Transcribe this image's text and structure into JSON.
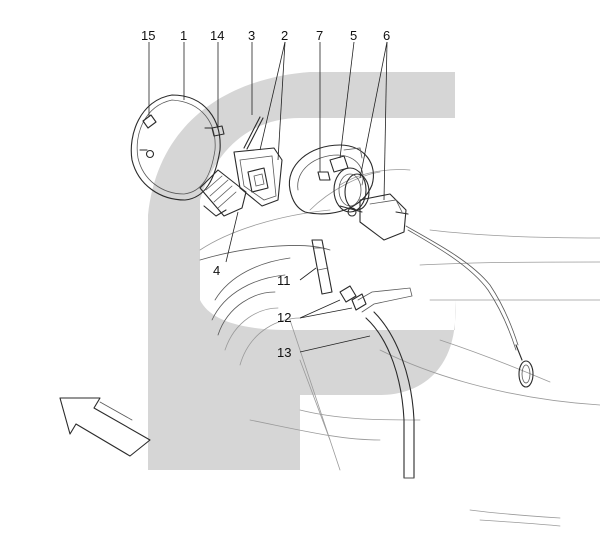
{
  "diagram": {
    "callouts": {
      "c15": "15",
      "c1": "1",
      "c14": "14",
      "c3": "3",
      "c2": "2",
      "c7": "7",
      "c5": "5",
      "c6": "6",
      "c4": "4",
      "c11": "11",
      "c12": "12",
      "c13": "13"
    },
    "colors": {
      "watermark": "#d6d6d6",
      "ink": "#2b2b2b",
      "background": "#ffffff"
    },
    "icons": {
      "direction_arrow": "arrow-upper-left-icon"
    }
  }
}
